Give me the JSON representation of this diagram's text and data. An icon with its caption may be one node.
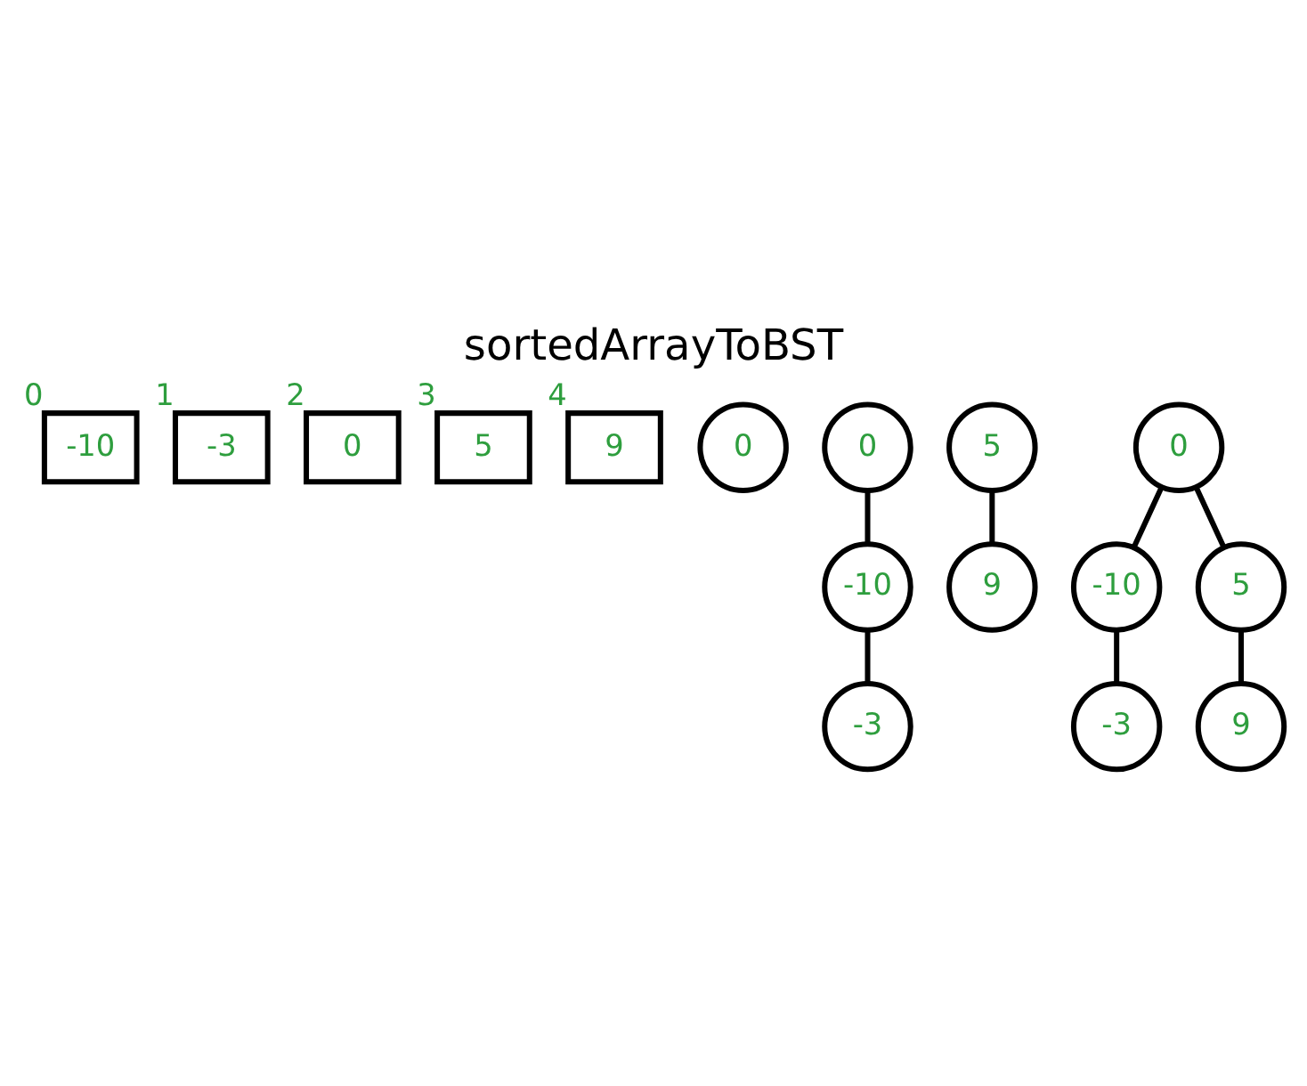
{
  "diagram": {
    "title": "sortedArrayToBST",
    "nodes": [
      {
        "text": [
          "-10"
        ],
        "beside": [
          "0"
        ]
      },
      {
        "text": [
          "-3"
        ],
        "beside": [
          "1"
        ]
      },
      {
        "text": [
          "0"
        ],
        "beside": [
          "2"
        ]
      },
      {
        "text": [
          "5"
        ],
        "beside": [
          "3"
        ]
      },
      {
        "text": [
          "9"
        ],
        "beside": [
          "4"
        ]
      },
      {
        "text": [
          "0"
        ]
      },
      {
        "text": [
          "0"
        ]
      },
      {
        "text": [
          "-10"
        ]
      },
      {
        "text": [
          "-3"
        ]
      },
      {
        "text": [
          "5"
        ]
      },
      {
        "text": [
          "9"
        ]
      },
      {
        "text": [
          "0"
        ]
      },
      {
        "text": [
          "-10"
        ]
      },
      {
        "text": [
          "-3"
        ]
      },
      {
        "text": [
          "5"
        ]
      },
      {
        "text": [
          "9"
        ]
      }
    ],
    "edges": [
      {
        "from": 6,
        "to": 7,
        "arrow": "none"
      },
      {
        "from": 7,
        "to": 8,
        "arrow": "none"
      },
      {
        "from": 9,
        "to": 10,
        "arrow": "none"
      },
      {
        "from": 11,
        "to": 12,
        "arrow": "none"
      },
      {
        "from": 12,
        "to": 13,
        "arrow": "none"
      },
      {
        "from": 11,
        "to": 14,
        "arrow": "none"
      },
      {
        "from": 14,
        "to": 15,
        "arrow": "none"
      }
    ]
  }
}
